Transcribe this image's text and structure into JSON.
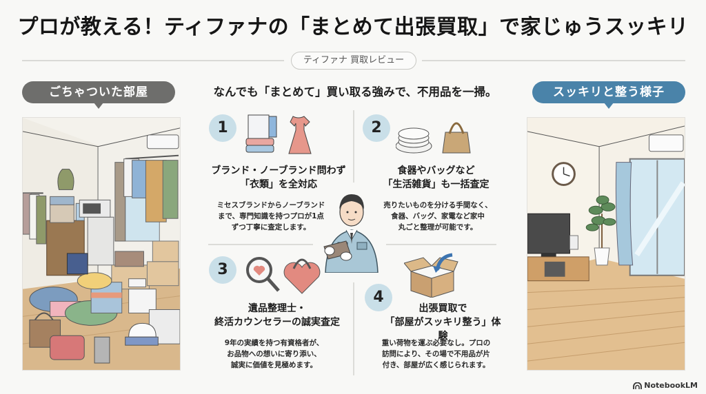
{
  "header": {
    "title": "プロが教える！ティファナの「まとめて出張買取」で家じゅうスッキリ",
    "tag": "ティファナ 買取レビュー"
  },
  "left_panel": {
    "label": "ごちゃついた部屋",
    "color": "#6e6e6c",
    "illustration": "cluttered-room"
  },
  "right_panel": {
    "label": "スッキリと整う様子",
    "color": "#4a83a9",
    "illustration": "tidy-room"
  },
  "center": {
    "headline": "なんでも「まとめて」買い取る強みで、不用品を一掃。",
    "mascot": "appraiser-staff",
    "cards": [
      {
        "number": "1",
        "icons": [
          "clothes-stack-icon",
          "dress-icon"
        ],
        "title_line1": "ブランド・ノーブランド問わず",
        "title_line2": "「衣類」を全対応",
        "body_line1": "ミセスブランドからノーブランド",
        "body_line2": "まで、専門知識を持つプロが1点",
        "body_line3": "ずつ丁寧に査定します。"
      },
      {
        "number": "2",
        "icons": [
          "plates-icon",
          "handbag-icon"
        ],
        "title_line1": "食器やバッグなど",
        "title_line2": "「生活雑貨」も一括査定",
        "body_line1": "売りたいものを分ける手間なく、",
        "body_line2": "食器、バッグ、家電など家中",
        "body_line3": "丸ごと整理が可能です。"
      },
      {
        "number": "3",
        "icons": [
          "magnifier-heart-icon",
          "heart-bag-icon"
        ],
        "title_line1": "遺品整理士・",
        "title_line2": "終活カウンセラーの誠実査定",
        "body_line1": "9年の実績を持つ有資格者が、",
        "body_line2": "お品物への想いに寄り添い、",
        "body_line3": "誠実に価値を見極めます。"
      },
      {
        "number": "4",
        "icons": [
          "box-arrow-icon"
        ],
        "title_line1": "出張買取で",
        "title_line2": "「部屋がスッキリ整う」体験",
        "body_line1": "重い荷物を運ぶ必要なし。プロの",
        "body_line2": "訪問により、その場で不用品が片",
        "body_line3": "付き、部屋が広く感じられます。"
      }
    ]
  },
  "footer": {
    "brand": "NotebookLM"
  },
  "colors": {
    "number_circle": "#c9dfe8",
    "divider": "#dcdcd8",
    "background": "#f8f8f6"
  }
}
